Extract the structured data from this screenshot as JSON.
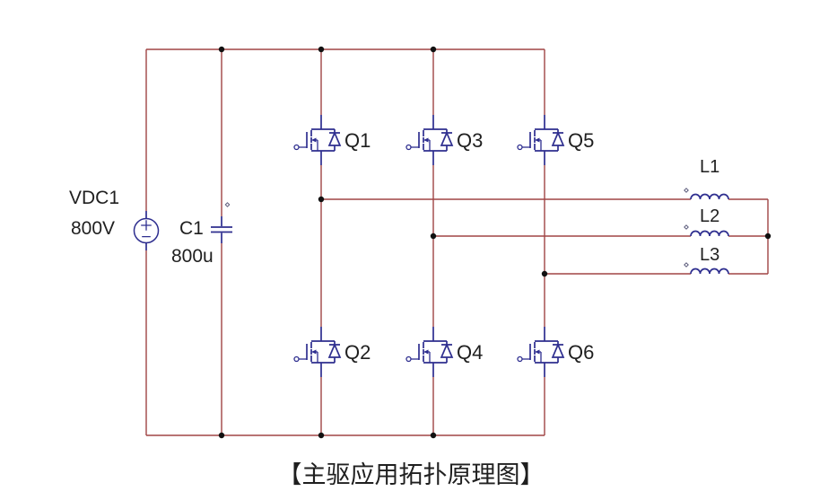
{
  "title": "【主驱应用拓扑原理图】",
  "components": {
    "voltage_source": {
      "ref": "VDC1",
      "value": "800V"
    },
    "capacitor": {
      "ref": "C1",
      "value": "800u"
    },
    "transistors": [
      {
        "label": "Q1"
      },
      {
        "label": "Q2"
      },
      {
        "label": "Q3"
      },
      {
        "label": "Q4"
      },
      {
        "label": "Q5"
      },
      {
        "label": "Q6"
      }
    ],
    "inductors": [
      {
        "label": "L1"
      },
      {
        "label": "L2"
      },
      {
        "label": "L3"
      }
    ]
  },
  "colors": {
    "wire": "#a04545",
    "symbol": "#2e2e8f",
    "junction": "#111111",
    "label": "#1f1f1f"
  }
}
